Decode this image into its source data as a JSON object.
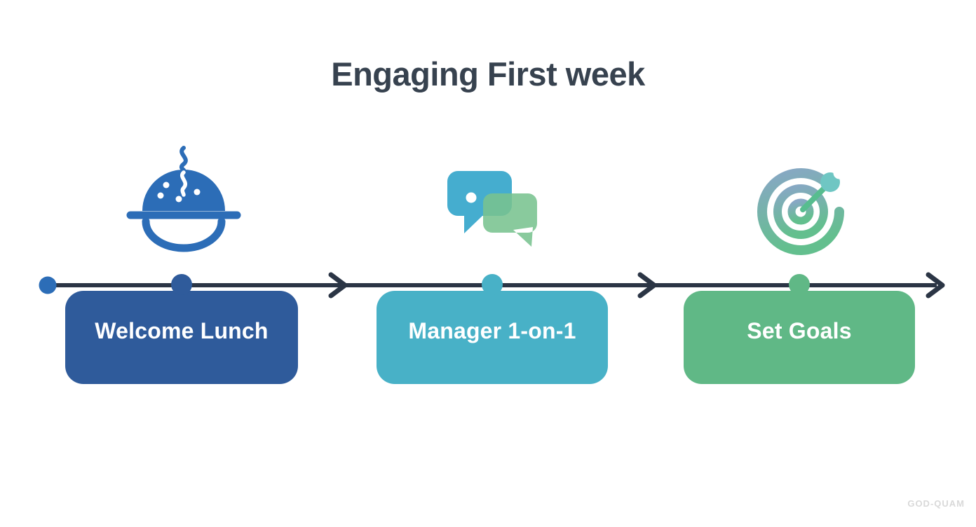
{
  "title": "Engaging First week",
  "watermark": "GOD-QUAM",
  "palette": {
    "background": "#ffffff",
    "title_text": "#37424f",
    "timeline_line": "#2b3545",
    "timeline_start_dot": "#2c6db7",
    "step_label_text": "#ffffff",
    "watermark_text": "#d9d9d9"
  },
  "timeline": {
    "type": "horizontal-arrow-timeline",
    "direction": "left-to-right",
    "steps": [
      {
        "label": "Welcome Lunch",
        "icon": "food-bowl-icon",
        "box_color": "#2f5b9b",
        "icon_colors": [
          "#2c6db7"
        ]
      },
      {
        "label": "Manager 1-on-1",
        "icon": "chat-bubbles-icon",
        "box_color": "#48b1c7",
        "icon_colors": [
          "#45adcf",
          "#79c38f"
        ]
      },
      {
        "label": "Set Goals",
        "icon": "target-wrench-icon",
        "box_color": "#60b886",
        "icon_colors": [
          "#88a7c5",
          "#63bf8e",
          "#6fc6c3"
        ]
      }
    ]
  }
}
